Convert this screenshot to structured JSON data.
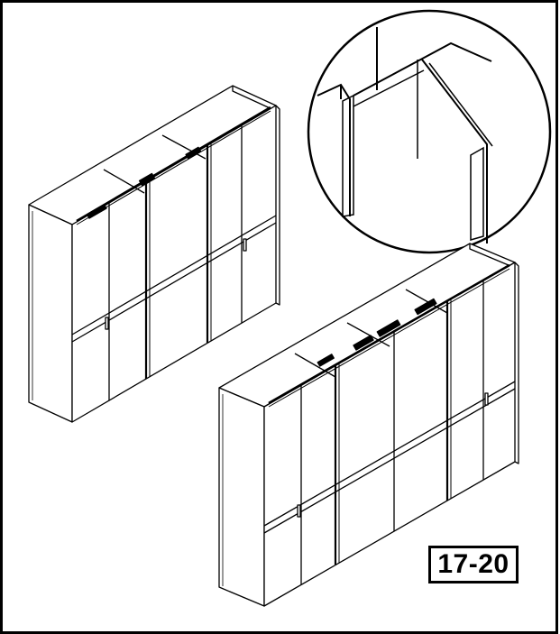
{
  "step": {
    "label": "17-20"
  },
  "colors": {
    "line": "#000000",
    "background": "#ffffff"
  },
  "illustrations": [
    {
      "name": "wardrobe-upper",
      "description_icon": "wardrobe-icon"
    },
    {
      "name": "wardrobe-lower",
      "description_icon": "wardrobe-icon"
    },
    {
      "name": "detail-magnifier",
      "description_icon": "magnifier-circle-icon"
    }
  ]
}
